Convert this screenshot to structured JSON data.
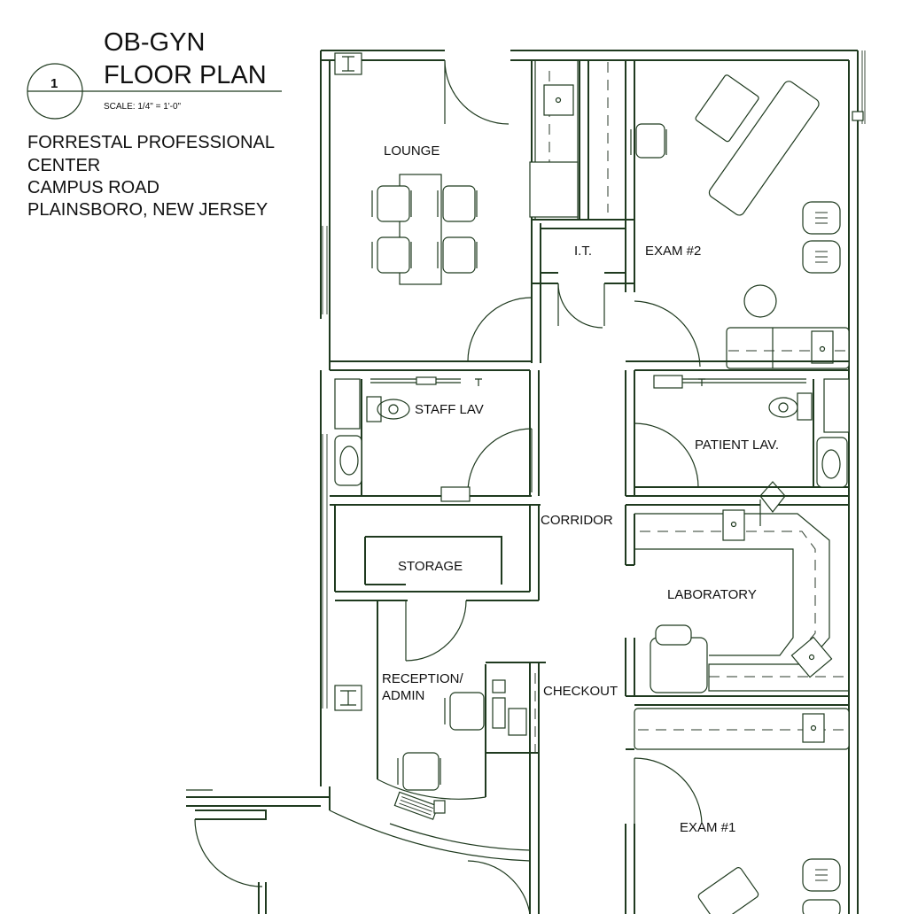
{
  "title_block": {
    "detail_number": "1",
    "title_line1": "OB-GYN",
    "title_line2": "FLOOR PLAN",
    "scale": "SCALE: 1/4\"   =    1'-0\""
  },
  "address": {
    "line1": "FORRESTAL PROFESSIONAL",
    "line2": "CENTER",
    "line3": "CAMPUS ROAD",
    "line4": "PLAINSBORO, NEW JERSEY"
  },
  "rooms": {
    "lounge": "LOUNGE",
    "it": "I.T.",
    "exam2": "EXAM #2",
    "staff_lav": "STAFF LAV",
    "patient_lav": "PATIENT LAV.",
    "corridor": "CORRIDOR",
    "storage": "STORAGE",
    "laboratory": "LABORATORY",
    "reception_line1": "RECEPTION/",
    "reception_line2": "ADMIN",
    "checkout": "CHECKOUT",
    "exam1": "EXAM #1"
  },
  "colors": {
    "wall": "#1f3a1f",
    "text": "#111111",
    "background": "#ffffff"
  }
}
